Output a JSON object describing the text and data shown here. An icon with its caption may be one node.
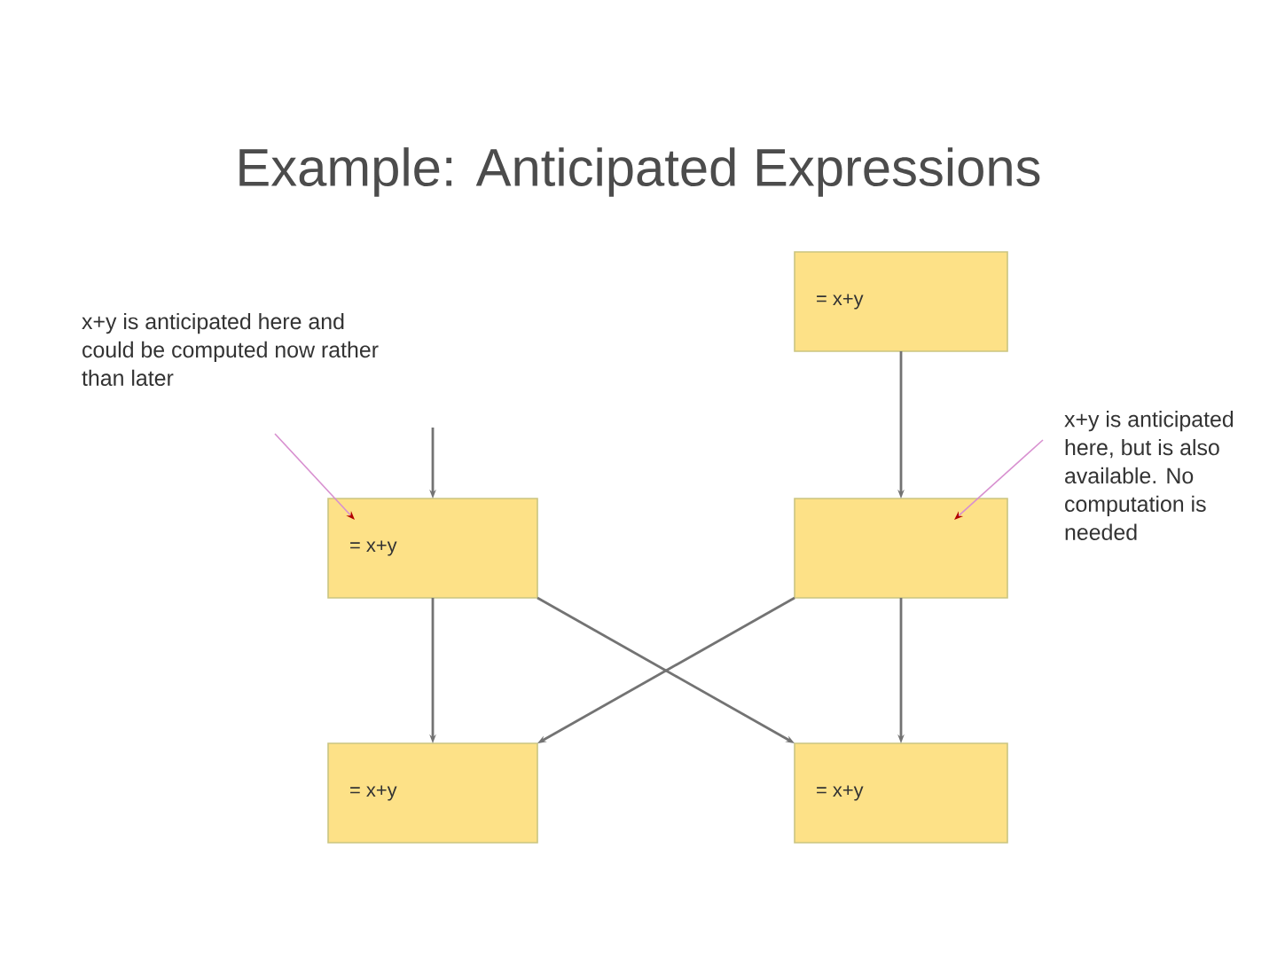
{
  "diagram": {
    "title": "Example: Anticipated Expressions",
    "nodes": [
      {
        "text": [
          "x+y is anticipated here and could be computed now rather than later"
        ]
      },
      {
        "text": [
          "x+y is anticipated here, but is also available. No computation is needed"
        ]
      },
      {
        "text": [
          "= x+y"
        ]
      },
      {
        "text": [
          "= x+y"
        ]
      },
      {
        "text": [],
        "shape": "box"
      },
      {
        "text": [
          "= x+y"
        ]
      },
      {
        "text": [
          "= x+y"
        ]
      }
    ],
    "edges": [
      {
        "from": null,
        "to": 3,
        "arrow": "to"
      },
      {
        "from": 2,
        "to": 4,
        "arrow": "to"
      },
      {
        "from": 3,
        "to": 5,
        "arrow": "to"
      },
      {
        "from": 3,
        "to": 6,
        "arrow": "to"
      },
      {
        "from": 4,
        "to": 5,
        "arrow": "to"
      },
      {
        "from": 4,
        "to": 6,
        "arrow": "to"
      },
      {
        "from": 0,
        "to": 3,
        "arrow": "to",
        "color": "#d890d0"
      },
      {
        "from": 1,
        "to": 4,
        "arrow": "to",
        "color": "#d890d0"
      }
    ]
  }
}
